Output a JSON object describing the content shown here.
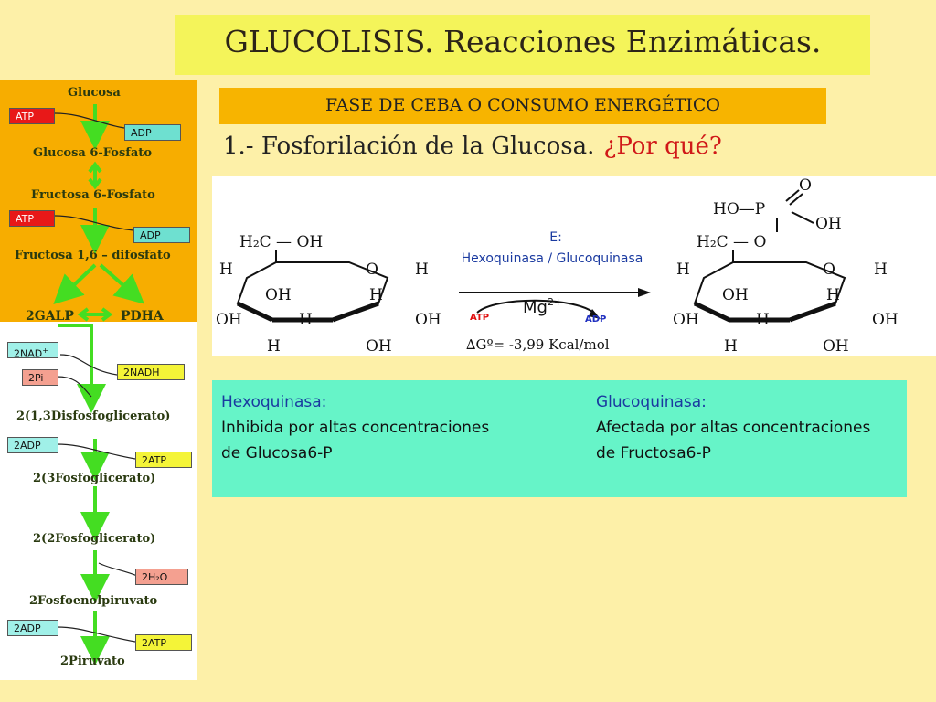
{
  "title": {
    "main": "GLUCOLISIS",
    "rest": ". Reacciones Enzimáticas."
  },
  "phase": "FASE DE CEBA O CONSUMO ENERGÉTICO",
  "step": {
    "heading": "1.- Fosforilación de la Glucosa.",
    "question": "¿Por qué?"
  },
  "reaction": {
    "enzyme_label": "E:",
    "enzyme_names": "Hexoquinasa / Glucoquinasa",
    "cofactor": "Mg",
    "cofactor_charge": "2+",
    "atp": "ATP",
    "adp": "ADP",
    "delta_g": "∆Gº= -3,99 Kcal/mol",
    "glucose": {
      "ch2oh": "H₂C — OH",
      "h": "H",
      "o": "O",
      "oh": "OH"
    },
    "product": {
      "phos_oh": "HO—P",
      "phos_o": "O",
      "phos_oh2": "OH",
      "ch2": "H₂C — O"
    }
  },
  "enzymes": {
    "hexo": {
      "title": "Hexoquinasa:",
      "line1": "Inhibida por altas concentraciones",
      "line2": "de Glucosa6-P"
    },
    "gluco": {
      "title": "Glucoquinasa:",
      "line1": "Afectada por altas concentraciones",
      "line2": "de Fructosa6-P"
    }
  },
  "pathway": {
    "glucosa": "Glucosa",
    "atp1": "ATP",
    "adp1": "ADP",
    "g6p": "Glucosa 6-Fosfato",
    "f6p": "Fructosa 6-Fosfato",
    "atp2": "ATP",
    "adp2": "ADP",
    "f16bp": "Fructosa 1,6 – difosfato",
    "galp": "2GALP",
    "dha": "PDHA",
    "nad": "2NAD",
    "nad_sup": "+",
    "pi": "2Pi",
    "nadh": "2NADH",
    "bpg": "2(1,3Disfosfoglicerato)",
    "adp3": "2ADP",
    "atp3": "2ATP",
    "pg3": "2(3Fosfoglicerato)",
    "pg2": "2(2Fosfoglicerato)",
    "h2o": "2H₂O",
    "pep": "2Fosfoenolpiruvato",
    "adp4": "2ADP",
    "atp4": "2ATP",
    "pyr": "2Piruvato"
  },
  "colors": {
    "background": "#fdf0a8",
    "title_bar": "#f4f45a",
    "phase_bar": "#f7b400",
    "enzyme_box": "#66f4c8",
    "pathway_top": "#f7ad00",
    "arrow_green": "#44dd22",
    "question_red": "#d01818",
    "enzyme_blue": "#1a3aa0"
  }
}
